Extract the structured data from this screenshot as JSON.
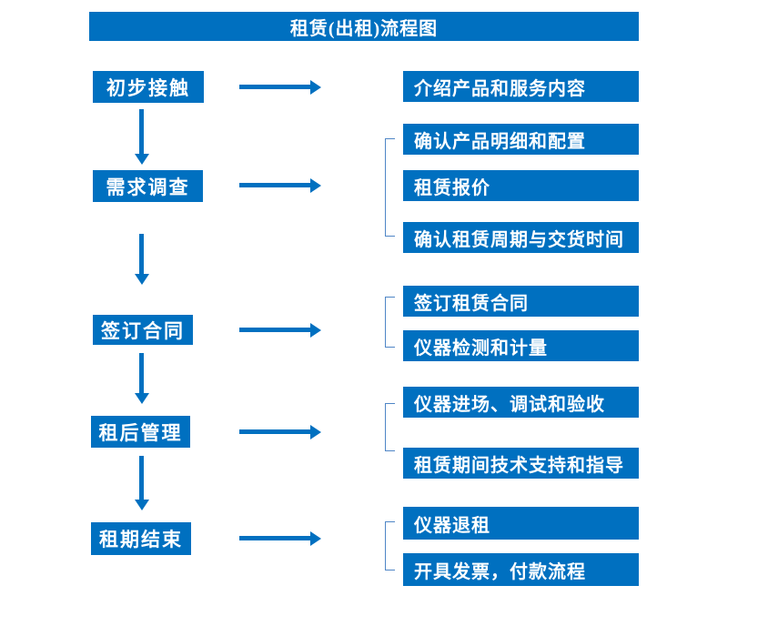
{
  "title": "租赁(出租)流程图",
  "colors": {
    "primary_blue": "#0070c0",
    "bracket_blue": "#4f86c6",
    "text_on_blue": "#ffffff"
  },
  "steps": [
    {
      "label": "初步接触",
      "outputs": [
        "介绍产品和服务内容"
      ]
    },
    {
      "label": "需求调查",
      "outputs": [
        "确认产品明细和配置",
        "租赁报价",
        "确认租赁周期与交货时间"
      ]
    },
    {
      "label": "签订合同",
      "outputs": [
        "签订租赁合同",
        "仪器检测和计量"
      ]
    },
    {
      "label": "租后管理",
      "outputs": [
        "仪器进场、调试和验收",
        "租赁期间技术支持和指导"
      ]
    },
    {
      "label": "租期结束",
      "outputs": [
        "仪器退租",
        "开具发票，付款流程"
      ]
    }
  ]
}
